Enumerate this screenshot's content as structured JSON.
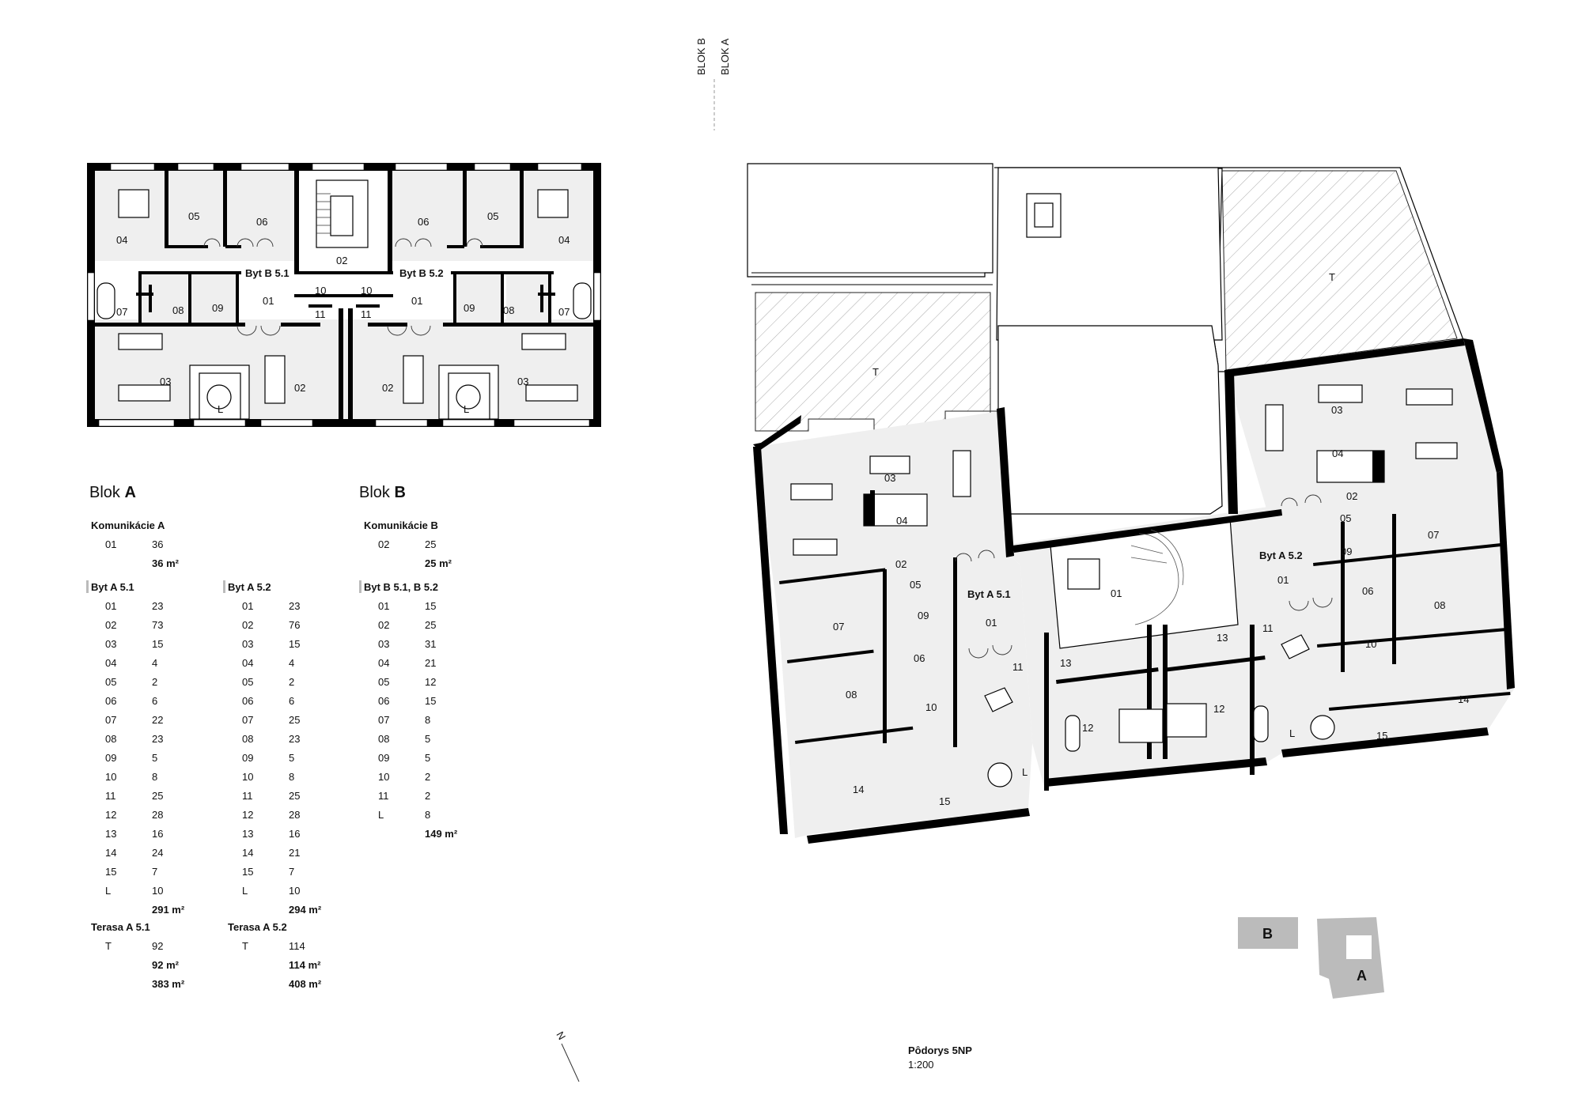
{
  "section_divider": {
    "left": "BLOK B",
    "right": "BLOK A"
  },
  "plan_b": {
    "rooms_left": [
      "04",
      "05",
      "06",
      "07",
      "08",
      "09",
      "01",
      "10",
      "11",
      "03",
      "02",
      "L"
    ],
    "rooms_right": [
      "06",
      "05",
      "04",
      "01",
      "10",
      "09",
      "08",
      "07",
      "11",
      "02",
      "03",
      "L"
    ],
    "stair": "02",
    "unit_left": "Byt B 5.1",
    "unit_right": "Byt B 5.2"
  },
  "plan_a": {
    "rooms": [
      "T",
      "T",
      "03",
      "04",
      "02",
      "05",
      "09",
      "06",
      "07",
      "08",
      "14",
      "15",
      "10",
      "01",
      "11",
      "13",
      "12",
      "L",
      "01",
      "13",
      "12",
      "11",
      "01",
      "03",
      "04",
      "02",
      "05",
      "09",
      "06",
      "07",
      "08",
      "10",
      "14",
      "15",
      "L"
    ],
    "unit_1": "Byt A 5.1",
    "unit_2": "Byt A 5.2"
  },
  "block_a": {
    "title_prefix": "Blok ",
    "title_bold": "A",
    "komunikacie": {
      "title": "Komunikácie A",
      "rows": [
        [
          "01",
          "36"
        ]
      ],
      "total": "36 m²"
    },
    "byt_a51": {
      "title": "Byt A 5.1",
      "rows": [
        [
          "01",
          "23"
        ],
        [
          "02",
          "73"
        ],
        [
          "03",
          "15"
        ],
        [
          "04",
          "4"
        ],
        [
          "05",
          "2"
        ],
        [
          "06",
          "6"
        ],
        [
          "07",
          "22"
        ],
        [
          "08",
          "23"
        ],
        [
          "09",
          "5"
        ],
        [
          "10",
          "8"
        ],
        [
          "11",
          "25"
        ],
        [
          "12",
          "28"
        ],
        [
          "13",
          "16"
        ],
        [
          "14",
          "24"
        ],
        [
          "15",
          "7"
        ],
        [
          "L",
          "10"
        ]
      ],
      "total": "291 m²"
    },
    "byt_a52": {
      "title": "Byt A 5.2",
      "rows": [
        [
          "01",
          "23"
        ],
        [
          "02",
          "76"
        ],
        [
          "03",
          "15"
        ],
        [
          "04",
          "4"
        ],
        [
          "05",
          "2"
        ],
        [
          "06",
          "6"
        ],
        [
          "07",
          "25"
        ],
        [
          "08",
          "23"
        ],
        [
          "09",
          "5"
        ],
        [
          "10",
          "8"
        ],
        [
          "11",
          "25"
        ],
        [
          "12",
          "28"
        ],
        [
          "13",
          "16"
        ],
        [
          "14",
          "21"
        ],
        [
          "15",
          "7"
        ],
        [
          "L",
          "10"
        ]
      ],
      "total": "294 m²"
    },
    "terasa_a51": {
      "title": "Terasa A 5.1",
      "rows": [
        [
          "T",
          "92"
        ]
      ],
      "total": "92 m²",
      "grand": "383 m²"
    },
    "terasa_a52": {
      "title": "Terasa A 5.2",
      "rows": [
        [
          "T",
          "114"
        ]
      ],
      "total": "114 m²",
      "grand": "408 m²"
    }
  },
  "block_b": {
    "title_prefix": "Blok ",
    "title_bold": "B",
    "komunikacie": {
      "title": "Komunikácie B",
      "rows": [
        [
          "02",
          "25"
        ]
      ],
      "total": "25 m²"
    },
    "byt_b": {
      "title": "Byt B 5.1, B 5.2",
      "rows": [
        [
          "01",
          "15"
        ],
        [
          "02",
          "25"
        ],
        [
          "03",
          "31"
        ],
        [
          "04",
          "21"
        ],
        [
          "05",
          "12"
        ],
        [
          "06",
          "15"
        ],
        [
          "07",
          "8"
        ],
        [
          "08",
          "5"
        ],
        [
          "09",
          "5"
        ],
        [
          "10",
          "2"
        ],
        [
          "11",
          "2"
        ],
        [
          "L",
          "8"
        ]
      ],
      "total": "149 m²"
    }
  },
  "north_label": "N",
  "caption": {
    "title": "Pôdorys 5NP",
    "scale": "1:200"
  },
  "key_plan": {
    "b": "B",
    "a": "A"
  }
}
